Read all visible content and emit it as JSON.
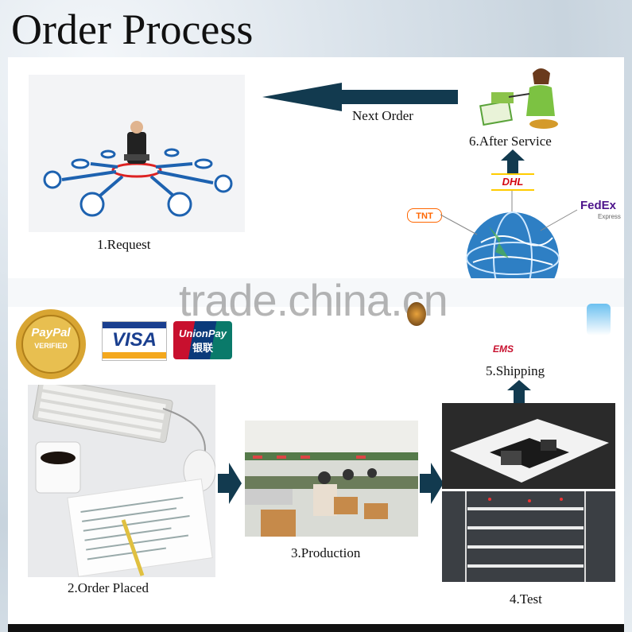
{
  "title": "Order Process",
  "steps": {
    "request": "1.Request",
    "order_placed": "2.Order Placed",
    "production": "3.Production",
    "test": "4.Test",
    "shipping": "5.Shipping",
    "after_service": "6.After Service",
    "next_order": "Next Order"
  },
  "payment_logos": {
    "paypal_line1": "PayPal",
    "paypal_line2": "VERIFIED",
    "visa": "VISA",
    "unionpay_line1": "UnionPay",
    "unionpay_line2": "银联"
  },
  "carriers": {
    "dhl": "DHL",
    "fedex_main": "FedEx",
    "fedex_sub": "Express",
    "tnt": "TNT",
    "ems": "EMS"
  },
  "watermark": "trade.china.cn",
  "colors": {
    "arrow": "#123a4f",
    "paypal_gold": "#d8a532",
    "visa_blue": "#1a3f8f",
    "unionpay_red": "#c8102e",
    "dhl_red": "#d40511",
    "fedex_purple": "#4d148c",
    "fedex_orange": "#ff6600"
  }
}
